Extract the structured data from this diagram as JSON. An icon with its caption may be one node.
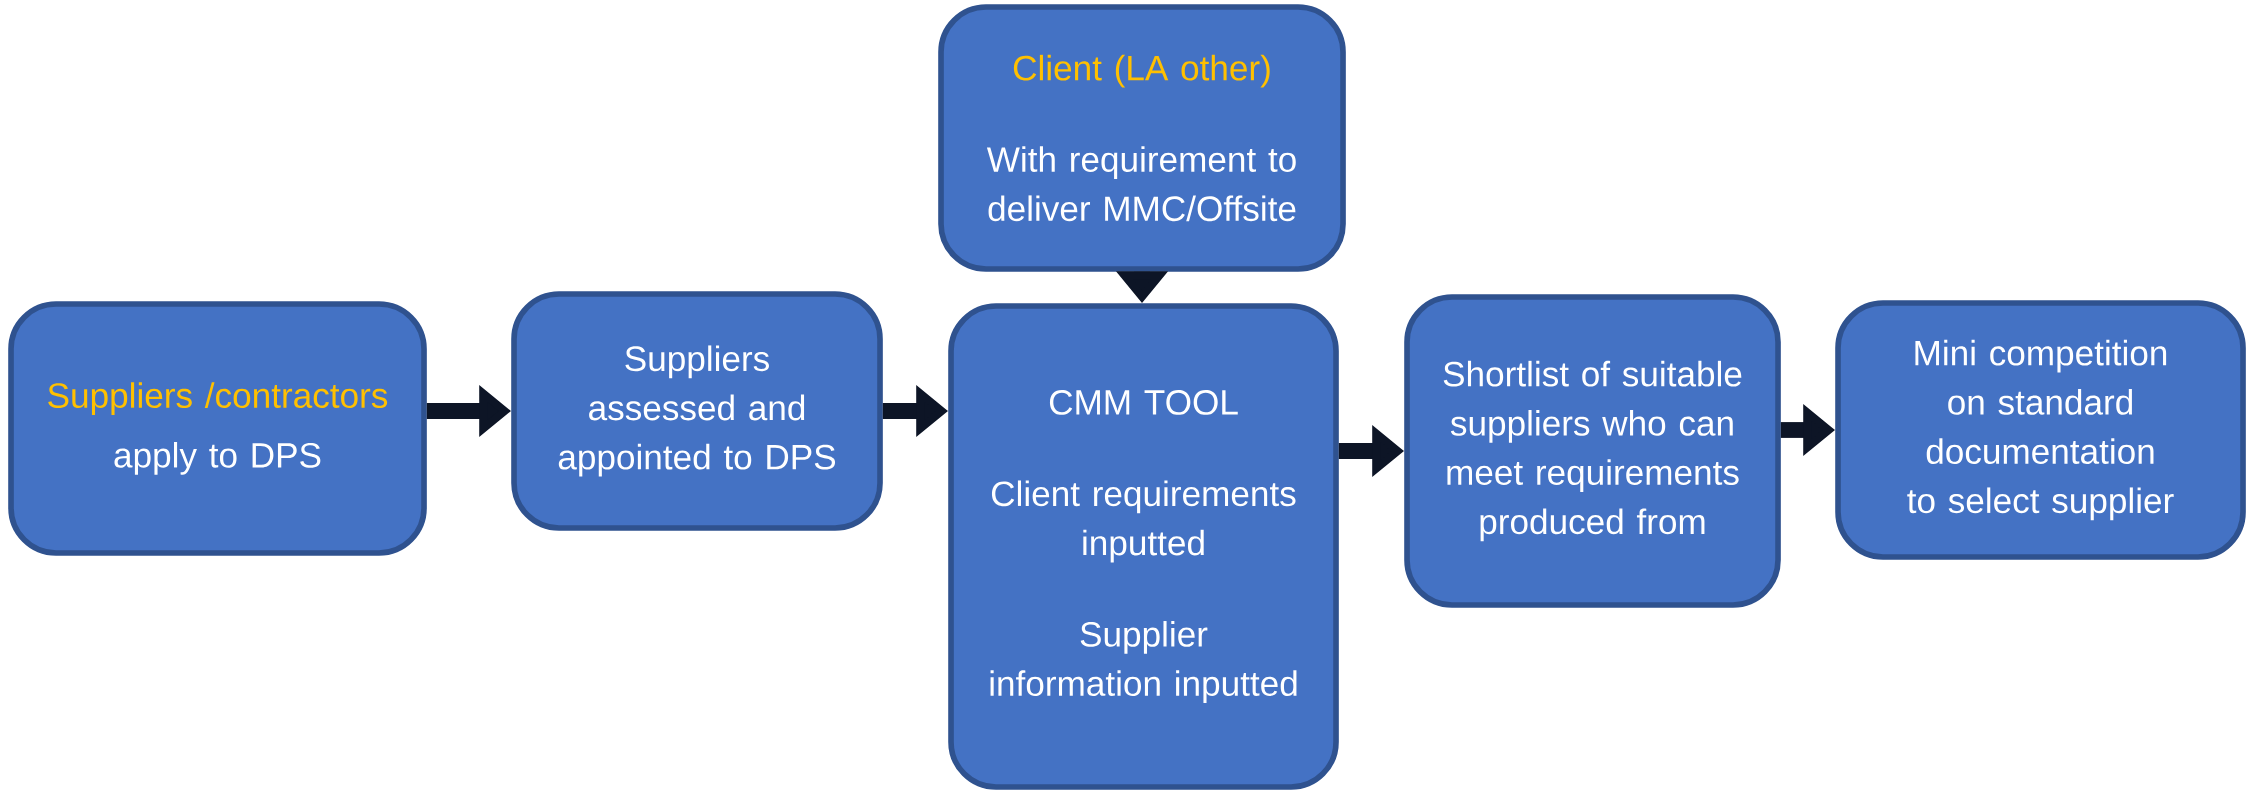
{
  "diagram": {
    "nodes": [
      {
        "text": [
          "Suppliers /contractors",
          "apply to DPS"
        ]
      },
      {
        "text": [
          "Suppliers assessed and appointed to DPS"
        ]
      },
      {
        "text": [
          "Client (LA other)",
          "With requirement to deliver MMC/Offsite"
        ]
      },
      {
        "text": [
          "CMM TOOL",
          "Client requirements inputted",
          "Supplier information inputted"
        ]
      },
      {
        "text": [
          "Shortlist of suitable suppliers who can meet requirements produced from"
        ]
      },
      {
        "text": [
          "Mini competition on standard documentation to select supplier"
        ]
      }
    ],
    "edges": [
      {
        "from": 0,
        "to": 1,
        "arrow": "to"
      },
      {
        "from": 1,
        "to": 3,
        "arrow": "to"
      },
      {
        "from": 2,
        "to": 3,
        "arrow": "to"
      },
      {
        "from": 3,
        "to": 4,
        "arrow": "to"
      },
      {
        "from": 4,
        "to": 5,
        "arrow": "to"
      }
    ]
  }
}
